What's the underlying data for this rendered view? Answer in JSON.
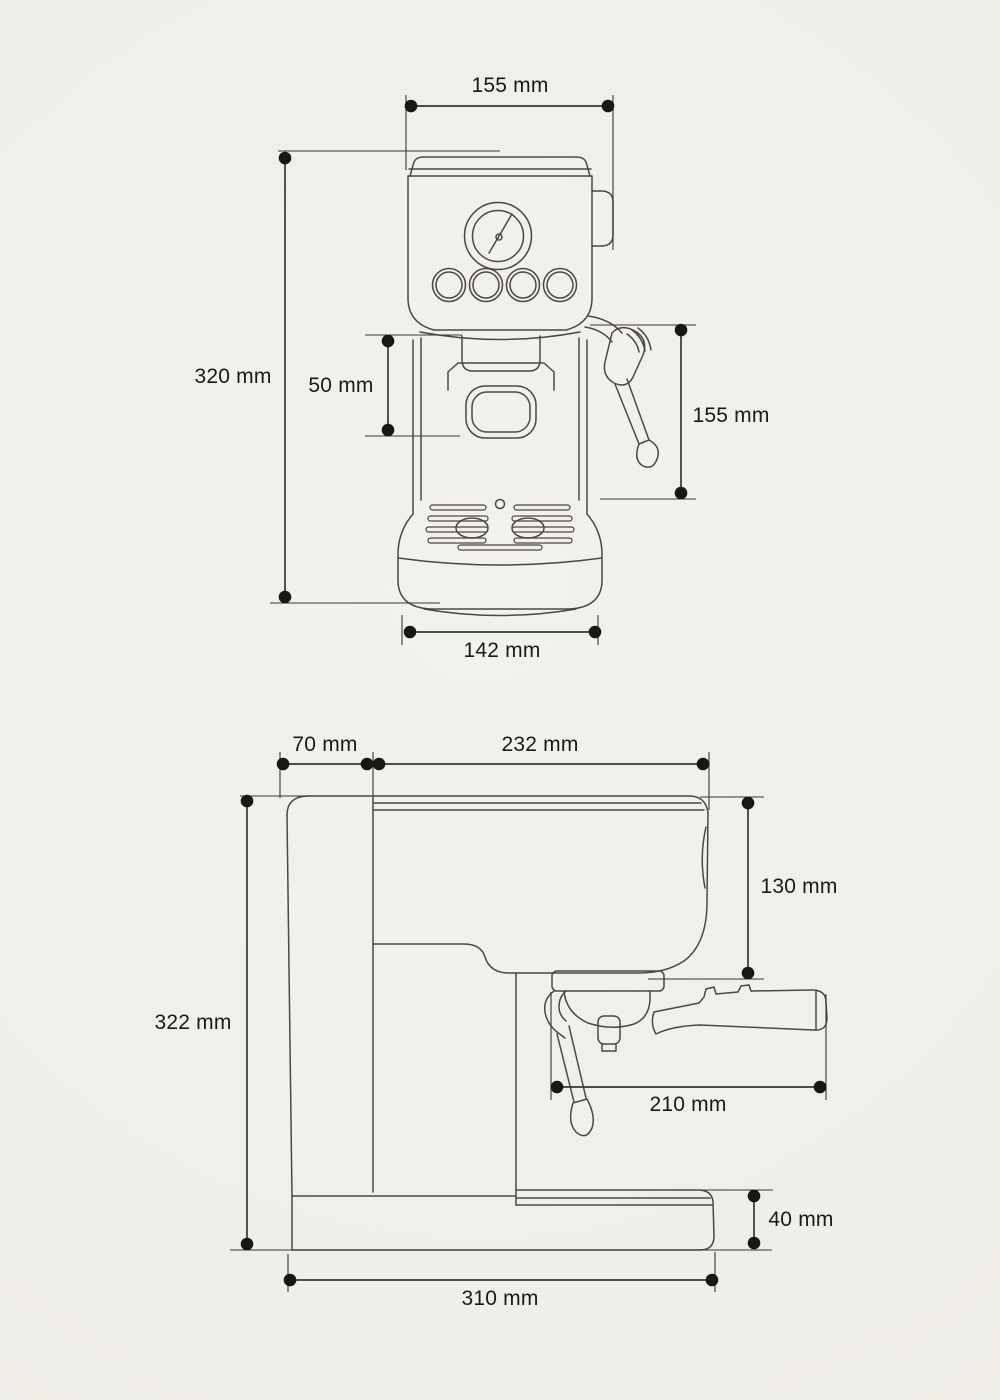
{
  "diagram": {
    "subject": "espresso-machine-dimensions",
    "units": "mm",
    "views": {
      "front": {
        "name": "front-view"
      },
      "side": {
        "name": "side-view"
      }
    }
  },
  "dims": {
    "front_top_width": "155 mm",
    "front_height": "320 mm",
    "front_group_height": "50 mm",
    "front_right_height": "155 mm",
    "front_base_width": "142 mm",
    "side_back_depth": "70 mm",
    "side_body_depth": "232 mm",
    "side_head_height": "130 mm",
    "side_height": "322 mm",
    "side_portafilter_length": "210 mm",
    "side_base_height": "40 mm",
    "side_total_depth": "310 mm"
  },
  "colors": {
    "background": "#f1efe9",
    "line_art": "#4b4843",
    "dimension_line": "#3a3733",
    "dot": "#191714",
    "text": "#1b1916"
  }
}
